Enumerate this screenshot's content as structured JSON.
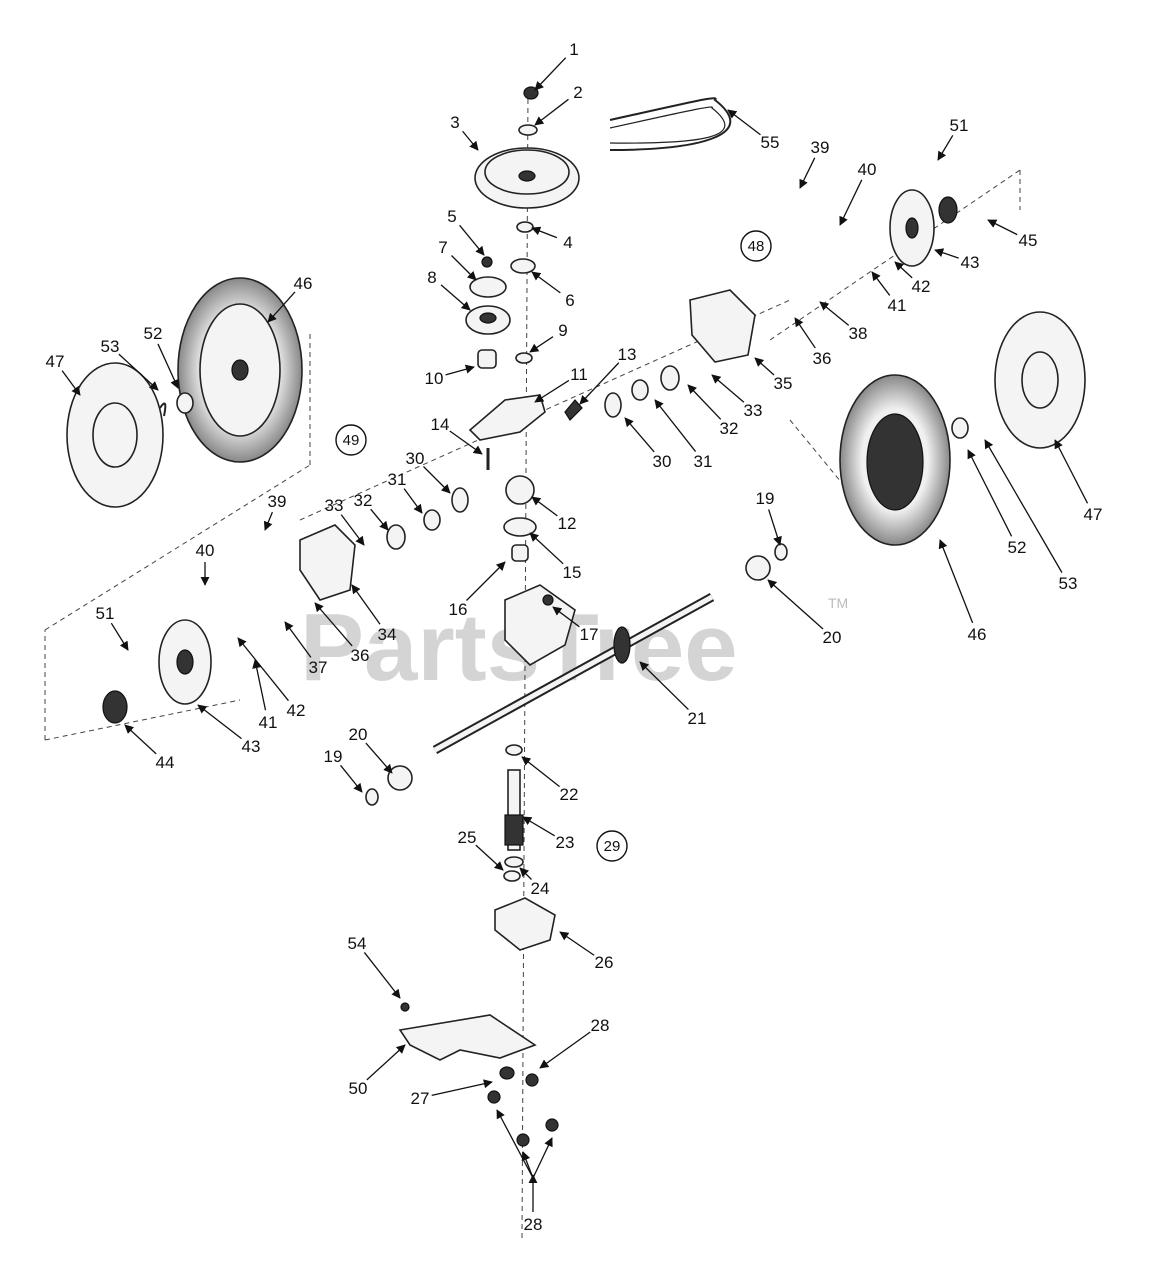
{
  "watermark": {
    "text": "PartsTree",
    "trademark": "TM"
  },
  "circled_labels": [
    "48",
    "49",
    "29"
  ],
  "callouts": [
    "1",
    "2",
    "3",
    "4",
    "5",
    "6",
    "7",
    "8",
    "9",
    "10",
    "11",
    "12",
    "13",
    "14",
    "15",
    "16",
    "17",
    "19",
    "19",
    "20",
    "20",
    "21",
    "22",
    "23",
    "24",
    "25",
    "26",
    "27",
    "28",
    "28",
    "30",
    "30",
    "31",
    "31",
    "32",
    "32",
    "33",
    "33",
    "34",
    "35",
    "36",
    "36",
    "37",
    "38",
    "39",
    "39",
    "40",
    "40",
    "41",
    "41",
    "42",
    "42",
    "43",
    "43",
    "44",
    "45",
    "46",
    "46",
    "47",
    "47",
    "50",
    "51",
    "51",
    "52",
    "52",
    "53",
    "53",
    "54",
    "55"
  ]
}
